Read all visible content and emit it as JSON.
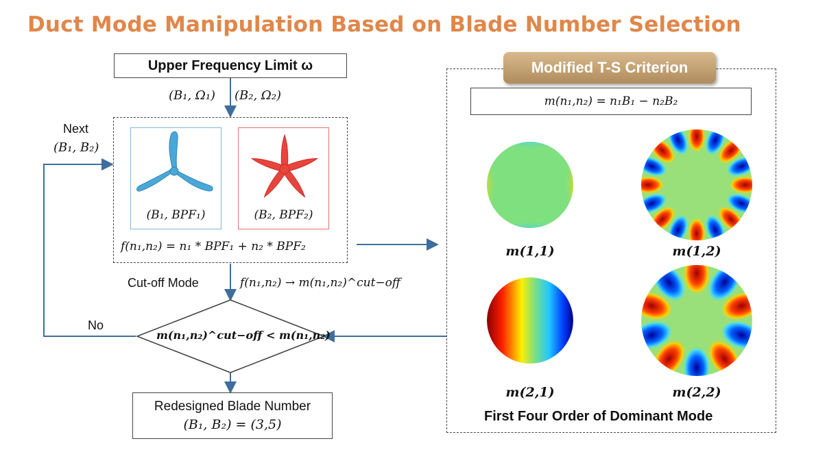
{
  "title": "Duct Mode Manipulation Based on Blade Number Selection",
  "upper_limit": "Upper Frequency Limit ω",
  "pair_in_1": "(B₁, Ω₁)",
  "pair_in_2": "(B₂, Ω₂)",
  "next_label": "Next",
  "next_pair": "(B₁, B₂)",
  "prop_blue_caption": "(B₁, BPF₁)",
  "prop_red_caption": "(B₂, BPF₂)",
  "frequency_formula": "f(n₁,n₂) = n₁ * BPF₁ + n₂ * BPF₂",
  "cutoff_label": "Cut-off Mode",
  "cutoff_formula": "f(n₁,n₂) → m(n₁,n₂)^cut−off",
  "no_label": "No",
  "condition": "m(n₁,n₂)^cut−off < m(n₁,n₂)",
  "redesign_title": "Redesigned Blade Number",
  "redesign_value": "(B₁, B₂) = (3,5)",
  "criterion_title": "Modified T-S Criterion",
  "criterion_formula": "m(n₁,n₂) = n₁B₁ − n₂B₂",
  "modes": [
    {
      "label": "m(1,1)"
    },
    {
      "label": "m(1,2)"
    },
    {
      "label": "m(2,1)"
    },
    {
      "label": "m(2,2)"
    }
  ],
  "modes_caption": "First Four Order of Dominant Mode",
  "colors": {
    "title": "#e0874a",
    "flow_arrow": "#3f6e9c",
    "blue_prop": "#4aa8d8",
    "red_prop": "#e8443c",
    "badge": "#c9a571"
  }
}
